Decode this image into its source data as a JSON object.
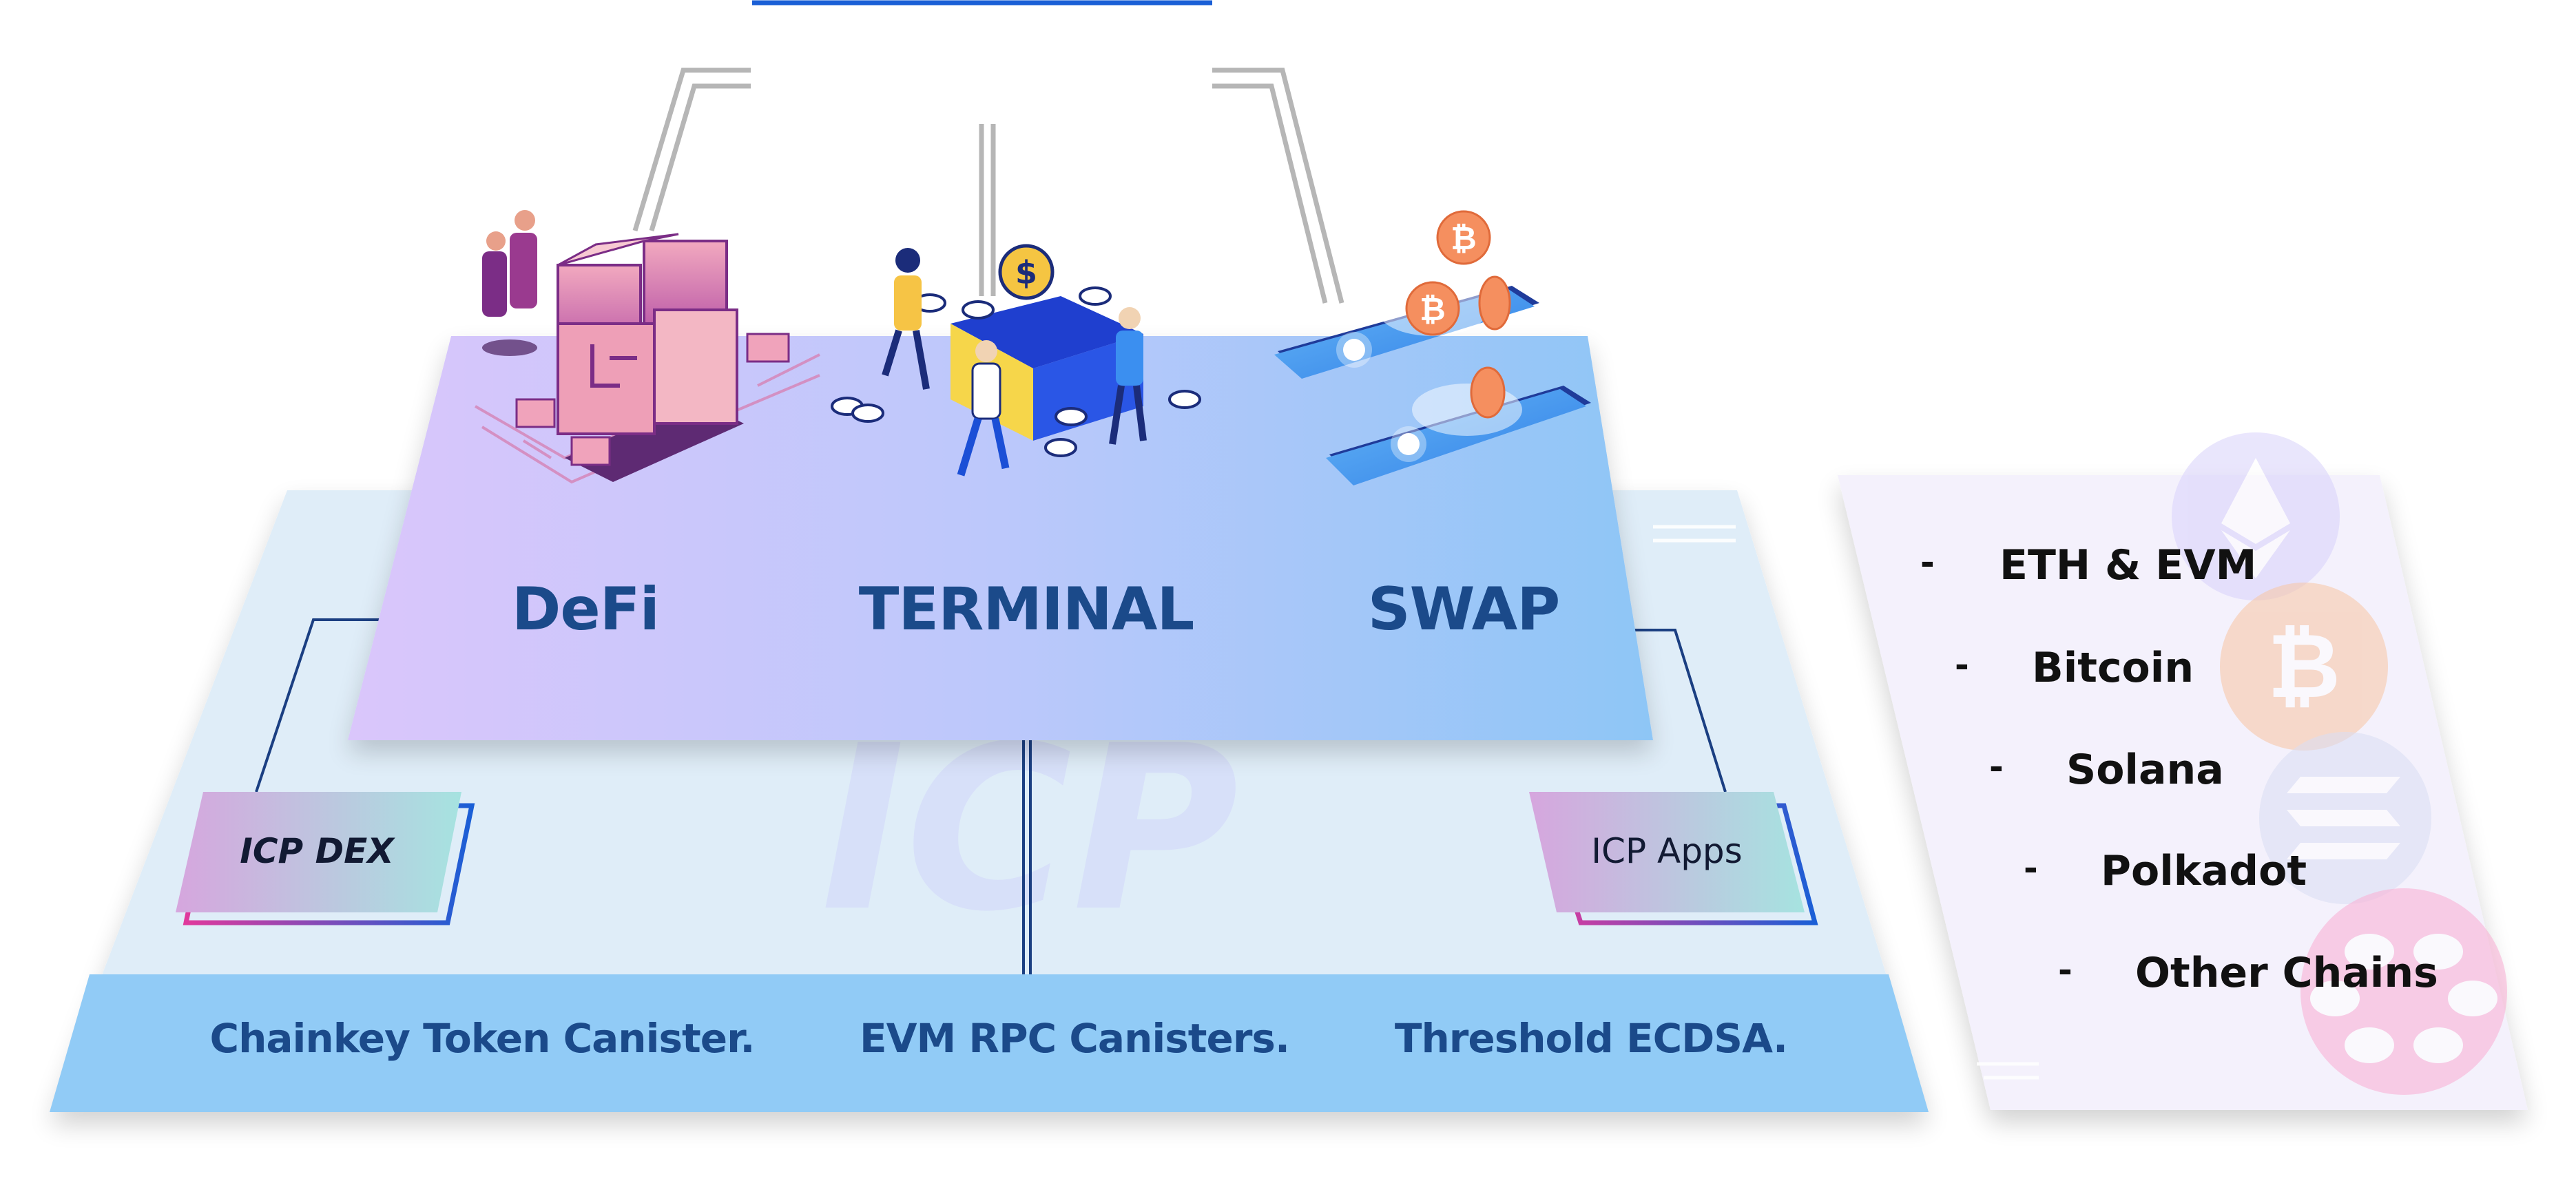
{
  "header": {
    "title": ""
  },
  "watermark": "ICP",
  "pillars": [
    {
      "label": "DeFi",
      "icon": "server-blocks-icon"
    },
    {
      "label": "TERMINAL",
      "icon": "coins-people-icon"
    },
    {
      "label": "SWAP",
      "icon": "phones-bitcoin-icon"
    }
  ],
  "side_boxes": {
    "left": "ICP DEX",
    "right": "ICP Apps"
  },
  "base": [
    "Chainkey Token Canister.",
    "EVM RPC Canisters.",
    "Threshold ECDSA."
  ],
  "chains": [
    {
      "dash": "-",
      "name": "ETH & EVM",
      "icon": "ethereum-icon"
    },
    {
      "dash": "-",
      "name": "Bitcoin",
      "icon": "bitcoin-icon"
    },
    {
      "dash": "-",
      "name": "Solana",
      "icon": "solana-icon"
    },
    {
      "dash": "-",
      "name": "Polkadot",
      "icon": "polkadot-icon"
    },
    {
      "dash": "-",
      "name": "Other Chains",
      "icon": ""
    }
  ],
  "colors": {
    "title_gradient": [
      "#1a5fd6",
      "#e0399c"
    ],
    "label_text": "#1b4a8a",
    "base_bar": "#8fcaf5",
    "platform_start": "#d9c6fa",
    "platform_end": "#8fc7f6"
  }
}
